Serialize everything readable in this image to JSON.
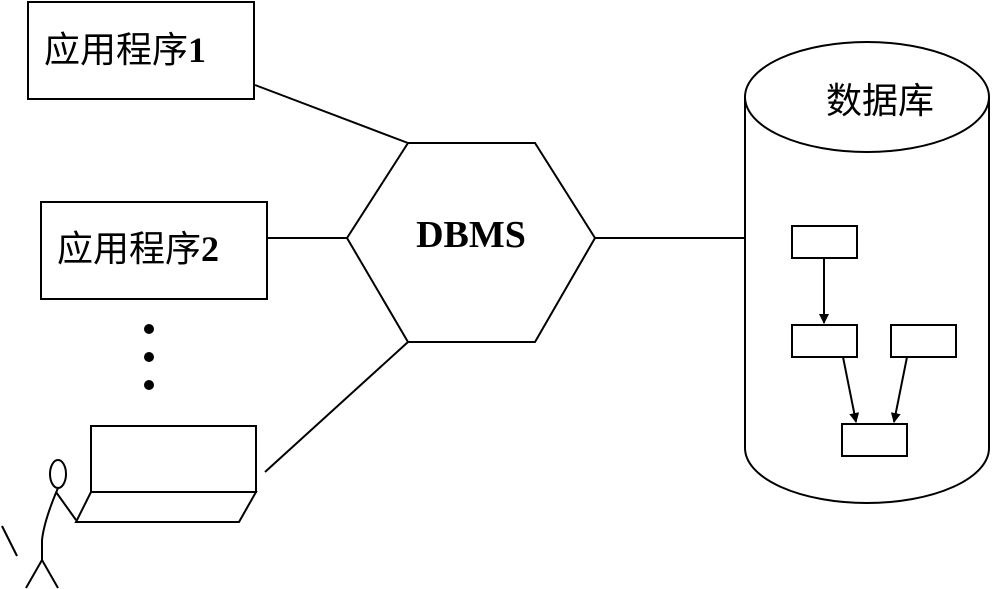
{
  "app1": {
    "label": "应用程序",
    "num": "1"
  },
  "app2": {
    "label": "应用程序",
    "num": "2"
  },
  "dbms": {
    "label": "DBMS"
  },
  "database": {
    "label": "数据库"
  },
  "ellipsis": "⋮"
}
